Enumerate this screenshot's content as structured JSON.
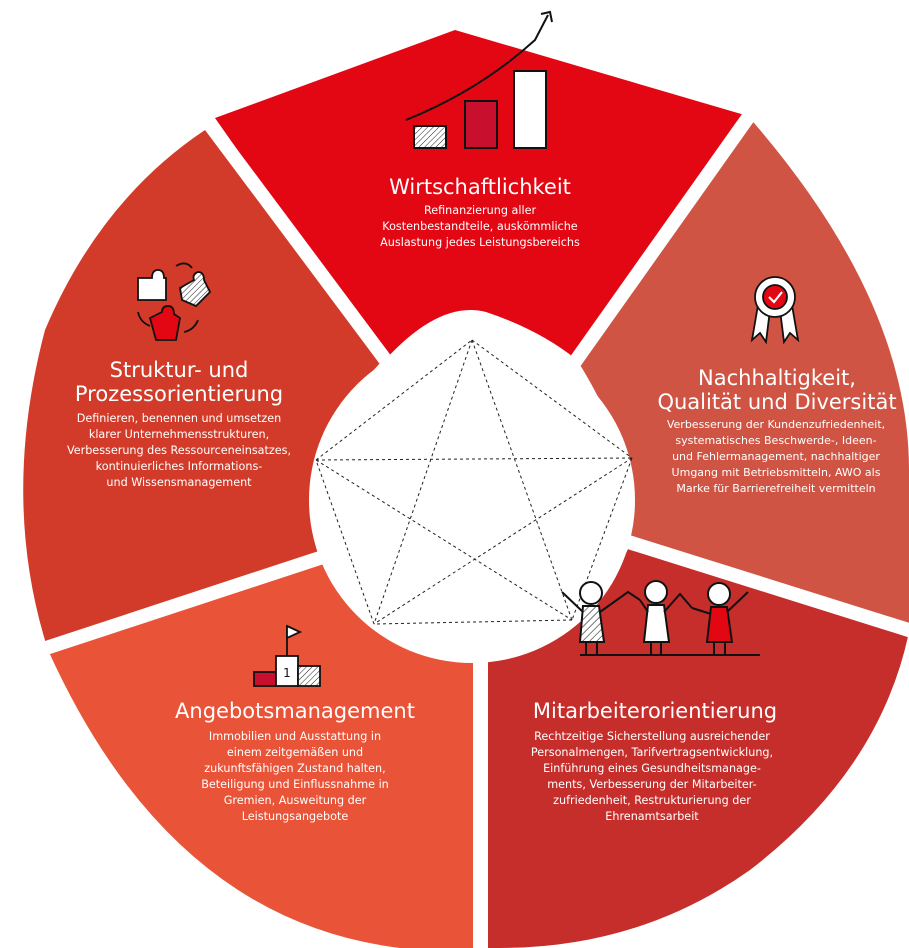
{
  "colors": {
    "top": "#e30613",
    "right": "#d05444",
    "bottom_right": "#c52e2b",
    "bottom_left": "#e95338",
    "left": "#d23b29",
    "center": "#ffffff",
    "separator": "#ffffff",
    "icon_red": "#e30613"
  },
  "segments": {
    "top": {
      "title": "Wirtschaftlichkeit",
      "lines": [
        "Refinanzierung aller",
        "Kostenbestandteile, auskömmliche",
        "Auslastung jedes Leistungsbereichs"
      ],
      "icon": "bar-chart-growth-icon"
    },
    "right": {
      "title_lines": [
        "Nachhaltigkeit,",
        "Qualität und Diversität"
      ],
      "lines": [
        "Verbesserung der Kundenzufriedenheit,",
        "systematisches Beschwerde-, Ideen-",
        "und Fehlermanagement, nachhaltiger",
        "Umgang mit Betriebsmitteln, AWO als",
        "Marke für Barrierefreiheit vermitteln"
      ],
      "icon": "award-rosette-icon"
    },
    "bottom_right": {
      "title": "Mitarbeiterorientierung",
      "lines": [
        "Rechtzeitige Sicherstellung ausreichender",
        "Personalmengen, Tarifvertragsentwicklung,",
        "Einführung eines Gesundheitsmanage-",
        "ments, Verbesserung der Mitarbeiter-",
        "zufriedenheit, Restrukturierung der",
        "Ehrenamtsarbeit"
      ],
      "icon": "people-holding-hands-icon"
    },
    "bottom_left": {
      "title": "Angebotsmanagement",
      "lines": [
        "Immobilien und Ausstattung in",
        "einem zeitgemäßen und",
        "zukunftsfähigen Zustand halten,",
        "Beteiligung und Einflussnahme in",
        "Gremien, Ausweitung der",
        "Leistungsangebote"
      ],
      "icon": "podium-flag-icon",
      "podium_label": "1"
    },
    "left": {
      "title_lines": [
        "Struktur- und",
        "Prozessorientierung"
      ],
      "lines": [
        "Definieren, benennen und umsetzen",
        "klarer Unternehmensstrukturen,",
        "Verbesserung des Ressourceneinsatzes,",
        "kontinuierliches Informations-",
        "und Wissensmanagement"
      ],
      "icon": "puzzle-pieces-icon"
    }
  }
}
